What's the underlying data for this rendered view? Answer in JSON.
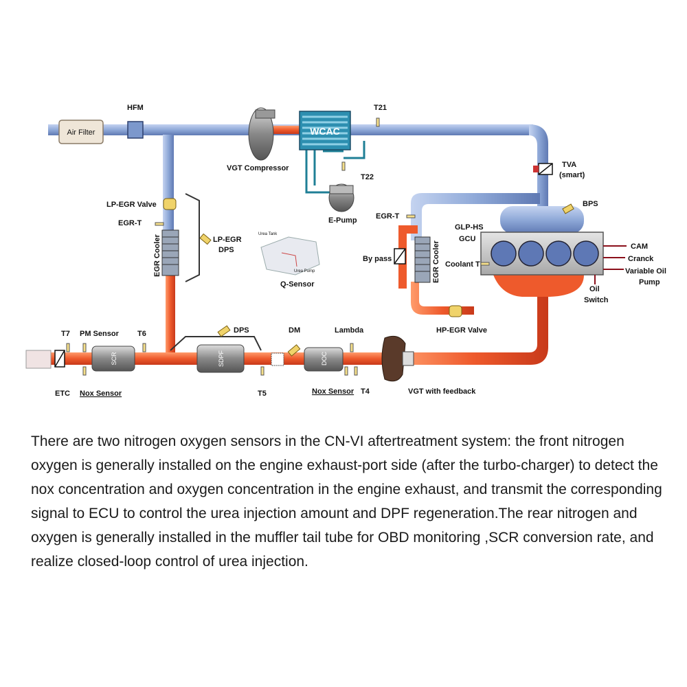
{
  "diagram": {
    "colors": {
      "intake": "#8fa9d8",
      "exhaust": "#ee5a2c",
      "coolant": "#1f7f96"
    },
    "labels": {
      "air_filter": "Air Filter",
      "hfm": "HFM",
      "vgt_compressor": "VGT Compressor",
      "wcac": "WCAC",
      "t21": "T21",
      "t22": "T22",
      "e_pump": "E-Pump",
      "tva": "TVA",
      "tva_sub": "(smart)",
      "bps": "BPS",
      "lp_egr_valve": "LP-EGR Valve",
      "egr_t_left": "EGR-T",
      "egr_cooler_left": "EGR Cooler",
      "lp_egr_dps_1": "LP-EGR",
      "lp_egr_dps_2": "DPS",
      "urea_tank": "Urea Tank",
      "urea_pump": "Urea Pump",
      "q_sensor": "Q-Sensor",
      "egr_t_right": "EGR-T",
      "by_pass": "By pass",
      "egr_cooler_right": "EGR Cooler",
      "glp_hs": "GLP-HS",
      "gcu": "GCU",
      "coolant_t": "Coolant T",
      "cam": "CAM",
      "cranck": "Cranck",
      "variable_oil_1": "Variable Oil",
      "variable_oil_2": "Pump",
      "oil_switch_1": "Oil",
      "oil_switch_2": "Switch",
      "hp_egr_valve": "HP-EGR Valve",
      "t7": "T7",
      "pm_sensor": "PM Sensor",
      "t6": "T6",
      "dps": "DPS",
      "dm": "DM",
      "lambda": "Lambda",
      "scr": "SCR",
      "sdpf": "SDPF",
      "doc": "DOC",
      "etc": "ETC",
      "nox_sensor_left": "Nox Sensor",
      "t5": "T5",
      "nox_sensor_right": "Nox Sensor",
      "t4": "T4",
      "vgt_feedback": "VGT with feedback"
    }
  },
  "description": "There are two nitrogen oxygen sensors in the CN-VI aftertreatment system: the front nitrogen oxygen is generally installed on the engine exhaust-port side (after the turbo-charger) to detect the nox concentration and oxygen concentration in the engine exhaust, and transmit the corresponding signal to ECU to control the urea injection amount and DPF regeneration.The rear nitrogen and oxygen is generally installed in the muffler tail tube for OBD monitoring ,SCR conversion rate, and realize closed-loop control of urea injection."
}
